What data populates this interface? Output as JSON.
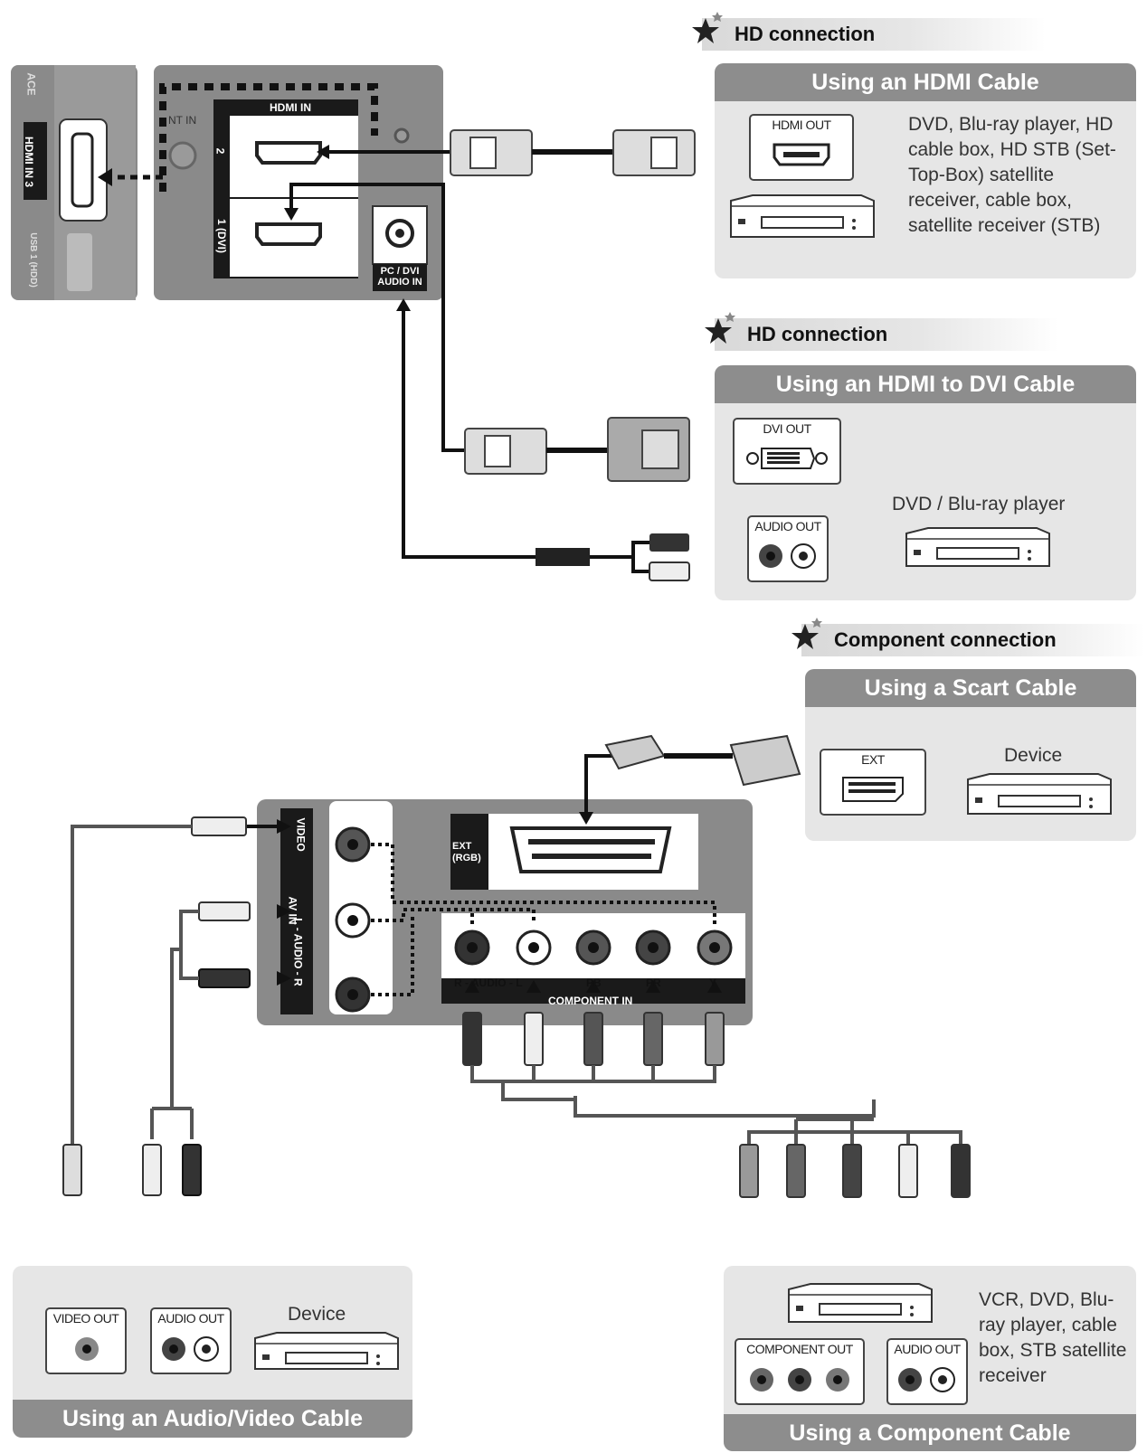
{
  "sections": {
    "hdmi": {
      "header": "HD connection",
      "panel_title": "Using an HDMI Cable",
      "port_label": "HDMI OUT",
      "description": "DVD, Blu-ray player, HD cable box, HD STB (Set-Top-Box) satellite receiver, cable box, satellite receiver (STB)"
    },
    "hdmi_dvi": {
      "header": "HD connection",
      "panel_title": "Using an HDMI to DVI Cable",
      "port_label": "DVI OUT",
      "audio_label": "AUDIO OUT",
      "device": "DVD / Blu-ray player"
    },
    "scart": {
      "header": "Component connection",
      "panel_title": "Using a Scart Cable",
      "port_label": "EXT",
      "device": "Device"
    },
    "av": {
      "panel_title": "Using an Audio/Video Cable",
      "audio_label": "AUDIO OUT",
      "video_label": "VIDEO OUT",
      "device": "Device"
    },
    "component": {
      "panel_title": "Using a Component Cable",
      "audio_label": "AUDIO OUT",
      "component_label": "COMPONENT OUT",
      "description": "VCR, DVD, Blu-ray player, cable box, STB satellite receiver"
    }
  },
  "tv_panel_top": {
    "side_labels": [
      "ACE",
      "HDMI IN 3",
      "USB 1 (HDD)"
    ],
    "hdmi_in": "HDMI IN",
    "port_2": "2",
    "port_1": "1 (DVI)",
    "ant_in": "NT IN",
    "pc_audio": "PC / DVI AUDIO IN"
  },
  "tv_panel_bottom": {
    "video": "VIDEO",
    "av_in": "AV IN",
    "audio_lr": "L - AUDIO - R",
    "ext": "EXT (RGB)",
    "audio_rl": "R - AUDIO - L",
    "pb": "PB",
    "pr": "PR",
    "y": "Y",
    "component_in": "COMPONENT IN"
  },
  "colors": {
    "panel_bg": "#e6e6e6",
    "panel_title_bg": "#8d8d8d",
    "tv_bg": "#8a8a8a"
  }
}
